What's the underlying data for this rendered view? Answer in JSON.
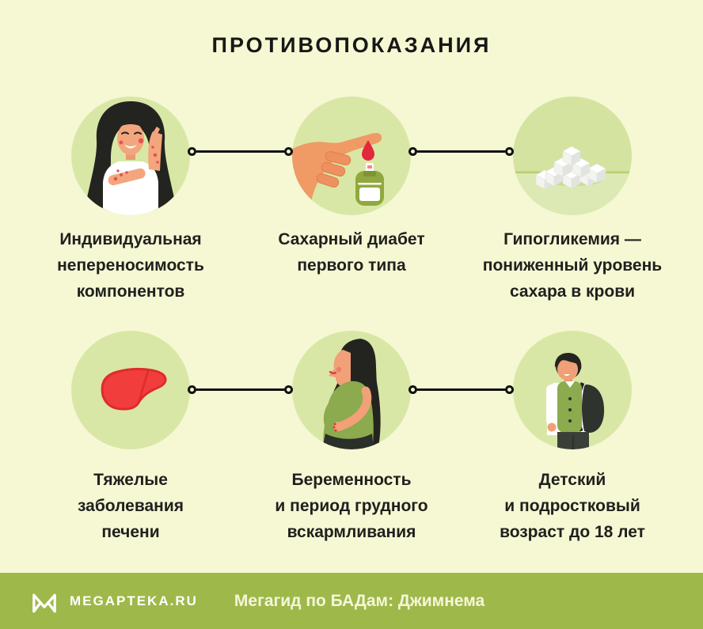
{
  "title": "ПРОТИВОПОКАЗАНИЯ",
  "colors": {
    "background": "#f5f8d3",
    "circle": "#d9e7a6",
    "footer": "#9fb84a",
    "text": "#20201e",
    "accent_red": "#e8413d",
    "apparel_green": "#8bab4e"
  },
  "cards": [
    {
      "icon": "allergy-woman-illustration",
      "lines": [
        "Индивидуальная",
        "непереносимость",
        "компонентов"
      ]
    },
    {
      "icon": "glucometer-hand-illustration",
      "lines": [
        "Сахарный диабет",
        "первого типа"
      ]
    },
    {
      "icon": "sugar-cubes-illustration",
      "lines": [
        "Гипогликемия —",
        "пониженный уровень",
        "сахара в крови"
      ]
    },
    {
      "icon": "liver-illustration",
      "lines": [
        "Тяжелые",
        "заболевания",
        "печени"
      ]
    },
    {
      "icon": "pregnant-woman-illustration",
      "lines": [
        "Беременность",
        "и период грудного",
        "вскармливания"
      ]
    },
    {
      "icon": "boy-backpack-illustration",
      "lines": [
        "Детский",
        "и подростковый",
        "возраст до 18 лет"
      ]
    }
  ],
  "footer": {
    "logo_icon": "megapteka-m-logo",
    "brand": "MEGAPTEKA.RU",
    "caption": "Мегагид по БАДам: Джимнема"
  }
}
